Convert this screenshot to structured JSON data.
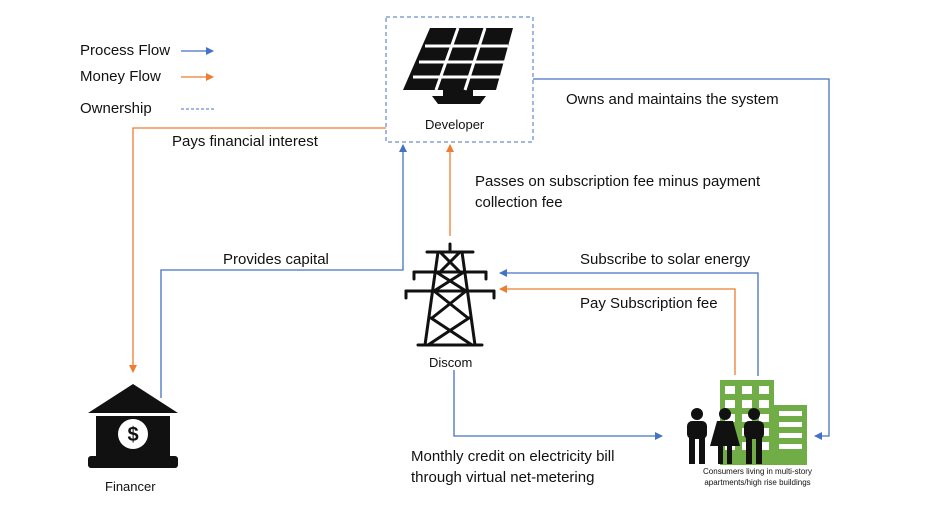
{
  "legend": {
    "process_flow": "Process Flow",
    "money_flow": "Money Flow",
    "ownership": "Ownership"
  },
  "nodes": {
    "developer": "Developer",
    "discom": "Discom",
    "financer": "Financer",
    "consumers_line1": "Consumers living in multi-story",
    "consumers_line2": "apartments/high rise buildings"
  },
  "edges": {
    "owns": "Owns and maintains the system",
    "pays_interest": "Pays financial interest",
    "passes_fee_line1": "Passes on subscription fee minus payment",
    "passes_fee_line2": "collection fee",
    "provides_capital": "Provides capital",
    "subscribe": "Subscribe to solar energy",
    "pay_fee": "Pay Subscription fee",
    "credit_line1": "Monthly credit on electricity bill",
    "credit_line2": "through virtual net-metering"
  },
  "colors": {
    "process": "#4472C4",
    "money": "#ED7D31",
    "ownership": "#4472C4",
    "building": "#70AD47",
    "icon": "#111111"
  }
}
